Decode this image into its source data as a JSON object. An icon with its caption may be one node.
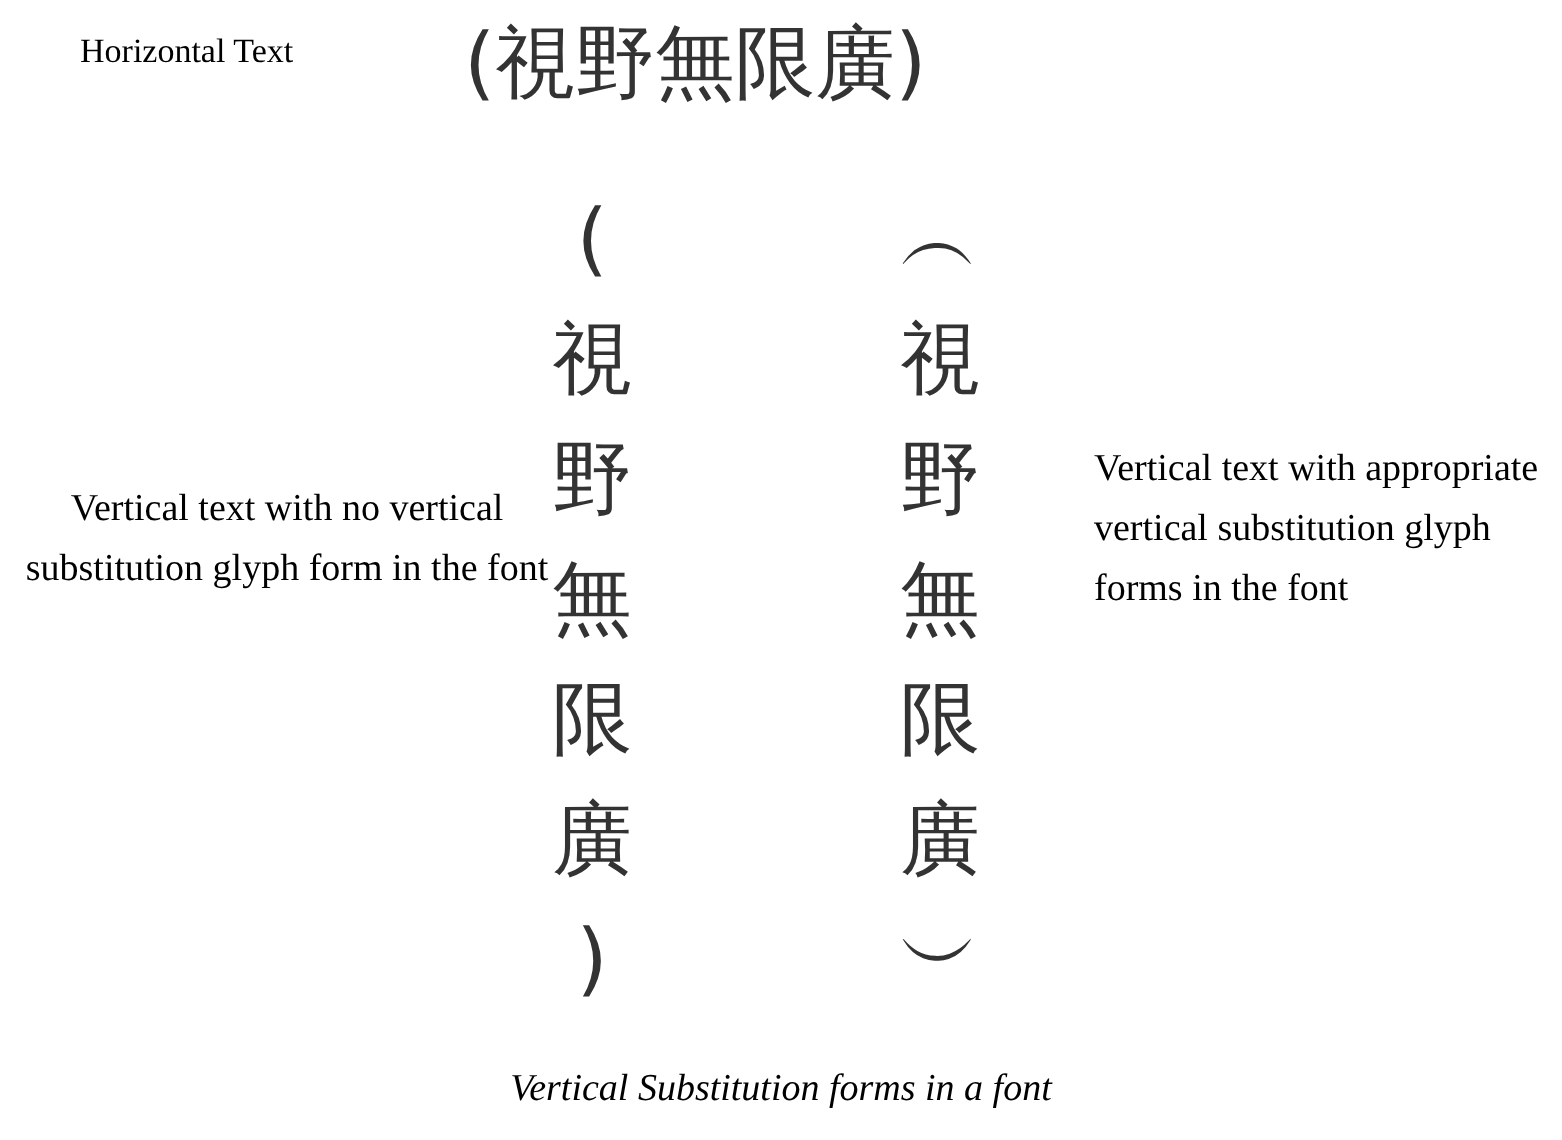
{
  "diagram": {
    "caption": "Vertical Substitution forms in a font",
    "labels": [
      "Horizontal Text",
      "(視野無限廣)",
      "Vertical text with no vertical substitution glyph form in the font",
      "(視野無限廣)",
      "︵視野無限廣︶",
      "Vertical text with appropriate vertical substitution glyph forms in the font"
    ]
  }
}
